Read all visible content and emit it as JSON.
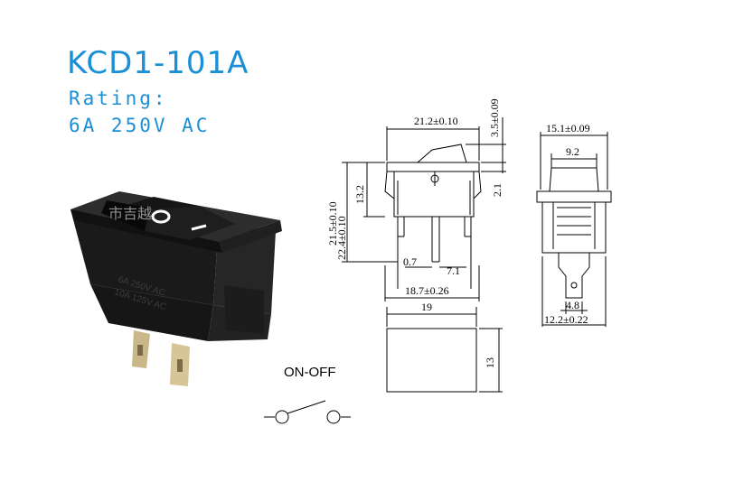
{
  "product": {
    "model": "KCD1-101A",
    "rating_label": "Rating:",
    "rating_value": "6A  250V  AC"
  },
  "switch_body_marking": [
    "6A 250V AC",
    "10A 125V AC"
  ],
  "watermark": "市吉越",
  "diagram": {
    "switch_label": "ON-OFF",
    "dimensions": {
      "top_width": "21.2±0.10",
      "top_height": "3.5±0.09",
      "left_height_outer": "21.5±0.10",
      "left_height_inner": "22.4±0.10",
      "rocker_height": "13.2",
      "flange_thickness": "2.1",
      "pin_dia": "0.7",
      "pin_spacing": "7.1",
      "base_width": "18.7±0.26",
      "front_width": "15.1±0.09",
      "front_inner_width": "9.2",
      "terminal_width": "4.8",
      "front_base_width": "12.2±0.22",
      "cutout_width": "19",
      "cutout_height": "13"
    }
  },
  "colors": {
    "title": "#1b8fd6",
    "line": "#000000"
  }
}
